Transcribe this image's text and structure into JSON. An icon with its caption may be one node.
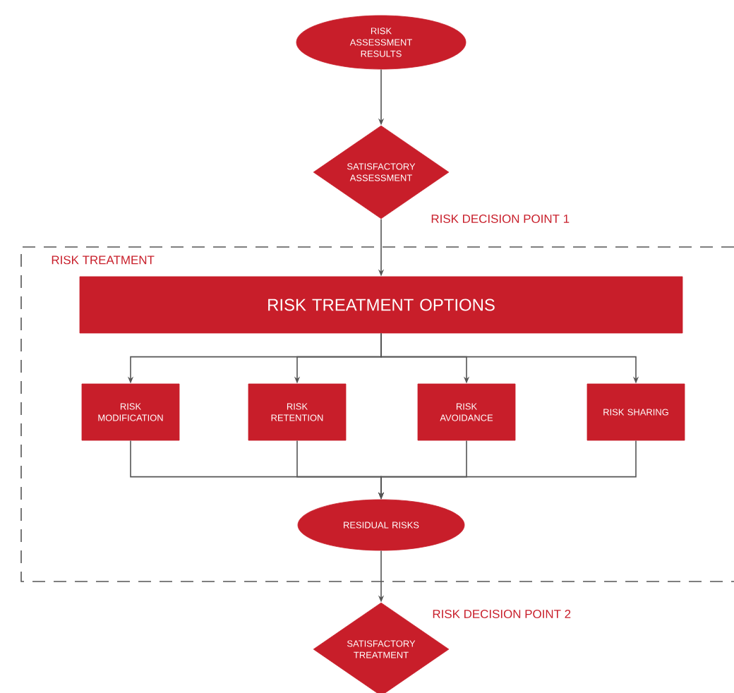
{
  "diagram": {
    "nodes": [
      {
        "text": [
          "RISK ASSESSMENT RESULTS"
        ]
      },
      {
        "text": [
          "SATISFACTORY ASSESSMENT"
        ],
        "beside": [
          "RISK DECISION POINT 1"
        ]
      },
      {
        "text": [
          "RISK TREATMENT"
        ]
      },
      {
        "text": [
          "RISK TREATMENT OPTIONS"
        ],
        "in": 2
      },
      {
        "text": [
          "RISK MODIFICATION"
        ],
        "in": 2
      },
      {
        "text": [
          "RISK RETENTION"
        ],
        "in": 2
      },
      {
        "text": [
          "RISK AVOIDANCE"
        ],
        "in": 2
      },
      {
        "text": [
          "RISK SHARING"
        ],
        "in": 2
      },
      {
        "text": [
          "RESIDUAL RISKS"
        ],
        "in": 2
      },
      {
        "text": [
          "SATISFACTORY TREATMENT"
        ],
        "beside": [
          "RISK DECISION POINT 2"
        ]
      }
    ],
    "edges": [
      {
        "from": 0,
        "to": 1,
        "arrow": "to"
      },
      {
        "from": 1,
        "to": 3,
        "arrow": "to"
      },
      {
        "from": 3,
        "to": 4,
        "arrow": "to"
      },
      {
        "from": 3,
        "to": 5,
        "arrow": "to"
      },
      {
        "from": 3,
        "to": 6,
        "arrow": "to"
      },
      {
        "from": 3,
        "to": 7,
        "arrow": "to"
      },
      {
        "from": 4,
        "to": 8,
        "arrow": "to"
      },
      {
        "from": 5,
        "to": 8,
        "arrow": "to"
      },
      {
        "from": 6,
        "to": 8,
        "arrow": "to"
      },
      {
        "from": 7,
        "to": 8,
        "arrow": "to"
      },
      {
        "from": 8,
        "to": 9,
        "arrow": "to"
      }
    ]
  }
}
